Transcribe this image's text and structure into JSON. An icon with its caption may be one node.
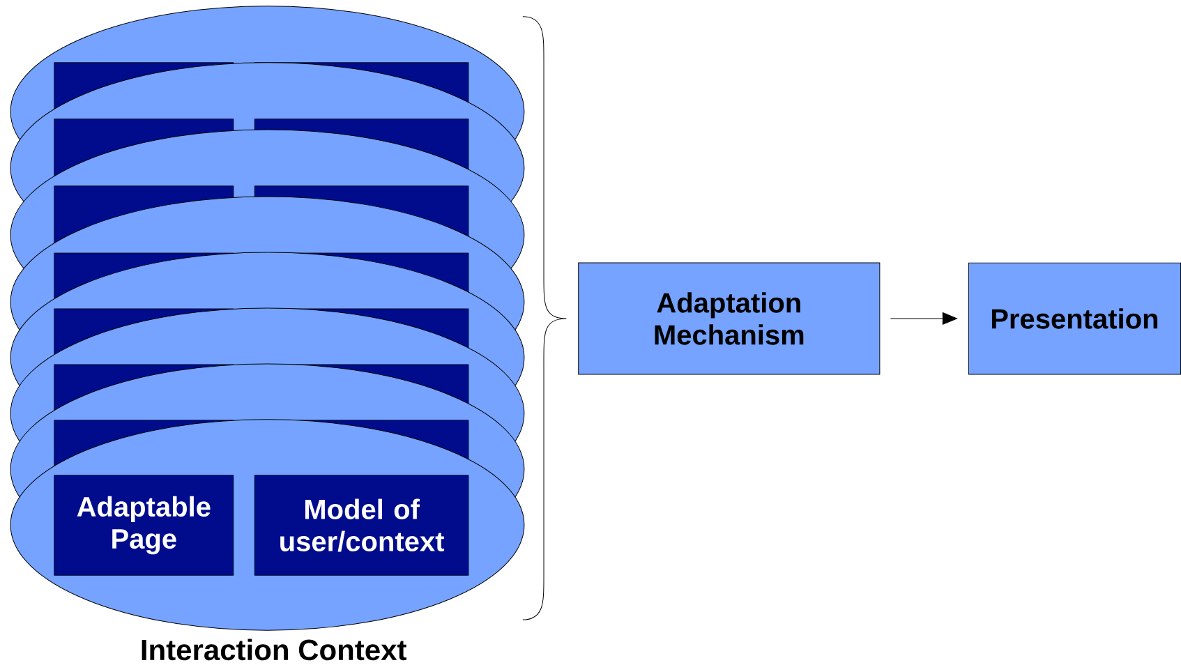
{
  "diagram": {
    "nodes": [
      {
        "text": [
          "Interaction Context"
        ]
      },
      {
        "text": [
          "Adaptable Page"
        ],
        "in": 0
      },
      {
        "text": [
          "Model of user/context"
        ],
        "in": 0
      },
      {
        "text": [
          "Adaptation Mechanism"
        ]
      },
      {
        "text": [
          "Presentation"
        ]
      }
    ],
    "edges": [
      {
        "from": 3,
        "to": 4,
        "arrow": "to"
      }
    ]
  }
}
